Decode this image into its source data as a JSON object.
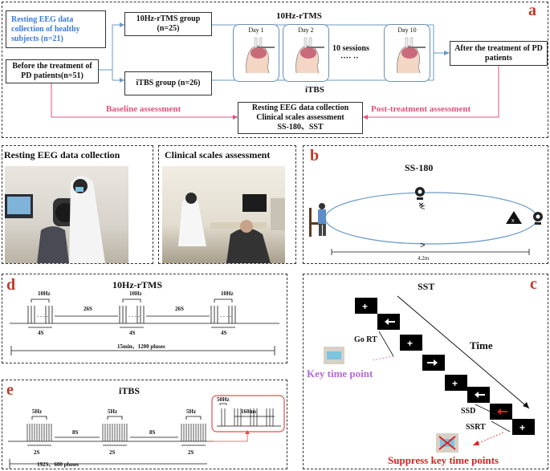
{
  "panel_a": {
    "letter": "a",
    "resting_box": "Resting EEG data collection of healthy subjects (n=21)",
    "before_box": "Before the treatment of PD patients(n=51)",
    "rtms_group": "10Hz-rTMS group (n=25)",
    "itbs_group": "iTBS group (n=26)",
    "rtms_label": "10Hz-rTMS",
    "itbs_label": "iTBS",
    "days": [
      "Day 1",
      "Day 2",
      "Day 10"
    ],
    "sessions": "10 sessions",
    "ellipsis": "···· ··",
    "after_box": "After the treatment of PD patients",
    "baseline": "Baseline assessment",
    "post": "Post-treatment assessment",
    "assess_line1": "Resting EEG data collection",
    "assess_line2": "Clinical scales assessment",
    "assess_line3": "SS-180、SST"
  },
  "photos": {
    "eeg_title": "Resting EEG data collection",
    "clinical_title": "Clinical scales assessment"
  },
  "panel_b": {
    "letter": "b",
    "title": "SS-180",
    "distance": "4.2m"
  },
  "panel_c": {
    "letter": "c",
    "title": "SST",
    "time": "Time",
    "go_rt": "Go RT",
    "key_time": "Key time point",
    "ssd": "SSD",
    "ssrt": "SSRT",
    "suppress": "Suppress key time points"
  },
  "panel_d": {
    "letter": "d",
    "title": "10Hz-rTMS",
    "freq": "10Hz",
    "gap": "26S",
    "train": "4S",
    "total": "15min、1200 pluses"
  },
  "panel_e": {
    "letter": "e",
    "title": "iTBS",
    "freq": "5Hz",
    "gap": "8S",
    "train": "2S",
    "total": "192S、600 pluses",
    "inset_freq": "50Hz",
    "inset_dur": "160ms"
  },
  "colors": {
    "accent_red": "#c0392b",
    "pink": "#e0527d",
    "blue_text": "#3a7bd5",
    "blue_line": "#6a9ac9",
    "purple": "#b46ad8",
    "red_text": "#e02020"
  }
}
